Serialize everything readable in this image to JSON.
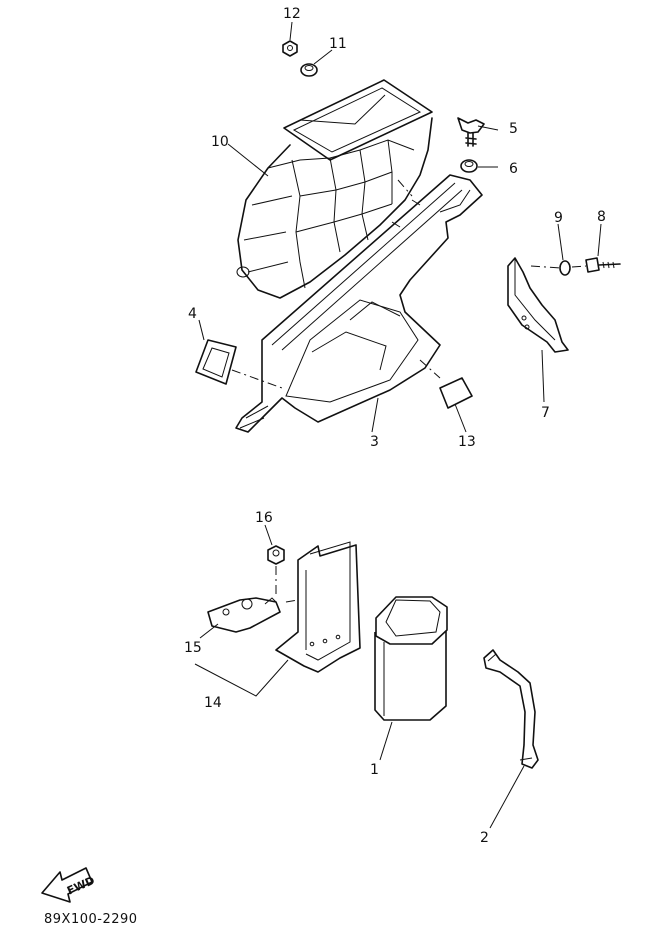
{
  "diagram": {
    "callouts": {
      "p1": "1",
      "p2": "2",
      "p3": "3",
      "p4": "4",
      "p5": "5",
      "p6": "6",
      "p7": "7",
      "p8": "8",
      "p9": "9",
      "p10": "10",
      "p11": "11",
      "p12": "12",
      "p13": "13",
      "p14": "14",
      "p15": "15",
      "p16": "16"
    },
    "fwd_label": "FWD",
    "drawing_code": "89X100-2290"
  }
}
